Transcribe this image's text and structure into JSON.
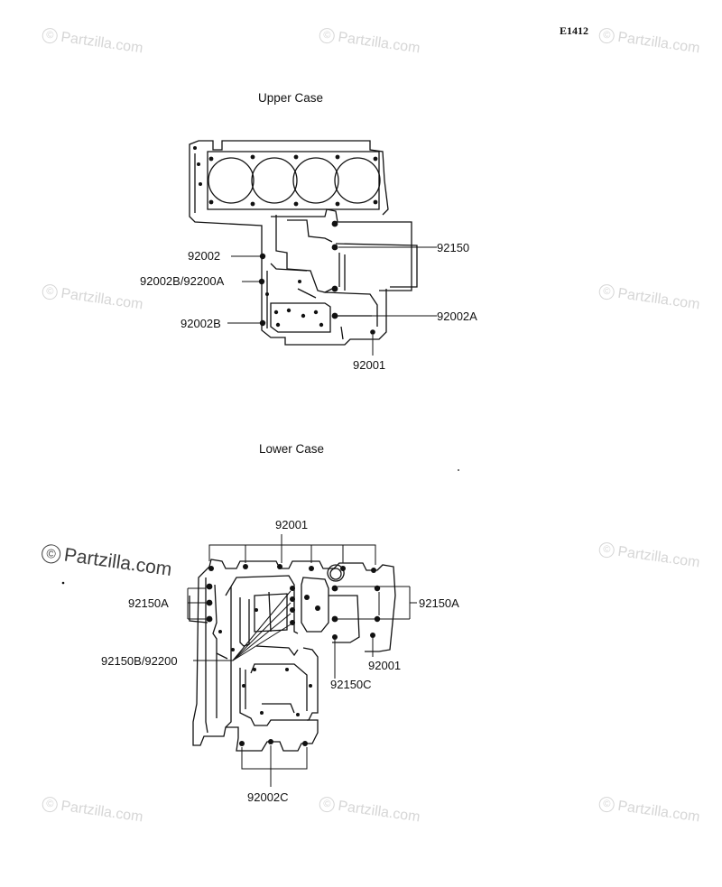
{
  "drawing_code": "E1412",
  "watermark": {
    "text": "Partzilla.com",
    "icon": "copyright-icon"
  },
  "sections": {
    "upper": {
      "title": "Upper Case"
    },
    "lower": {
      "title": "Lower Case"
    }
  },
  "callouts": {
    "upper": [
      "92002",
      "92002B/92200A",
      "92002B",
      "92150",
      "92002A",
      "92001"
    ],
    "lower": [
      "92001",
      "92150A",
      "92150A",
      "92150B/92200",
      "92001",
      "92150C",
      "92002C"
    ]
  }
}
